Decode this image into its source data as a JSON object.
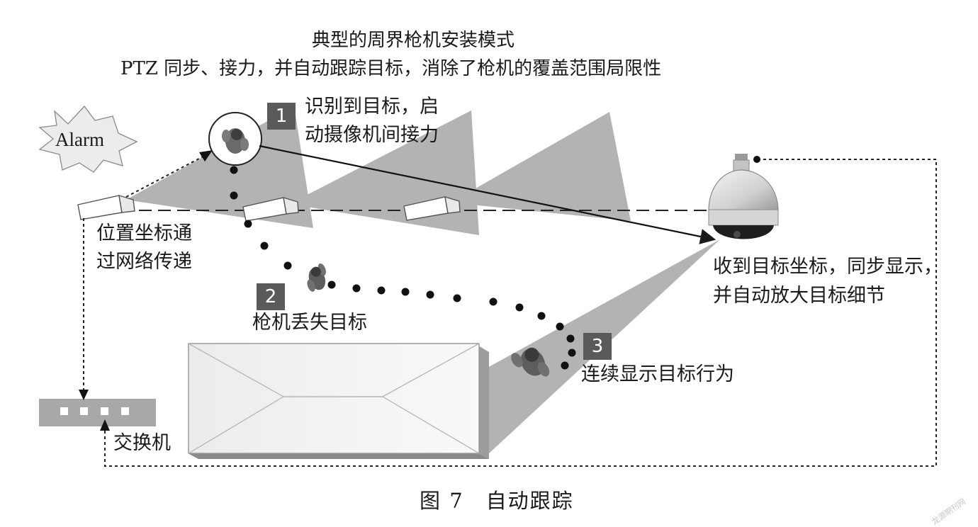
{
  "header": {
    "title": "典型的周界枪机安装模式",
    "subtitle": "PTZ 同步、接力，并自动跟踪目标，消除了枪机的覆盖范围局限性"
  },
  "alarm": {
    "label": "Alarm"
  },
  "steps": [
    {
      "number": "1",
      "line1": "识别到目标，启",
      "line2": "动摄像机间接力"
    },
    {
      "number": "2",
      "line1": "枪机丢失目标"
    },
    {
      "number": "3",
      "line1": "连续显示目标行为"
    }
  ],
  "network": {
    "line1": "位置坐标通",
    "line2": "过网络传递"
  },
  "ptz": {
    "line1": "收到目标坐标，同步显示，",
    "line2": "并自动放大目标细节"
  },
  "switch": {
    "label": "交换机"
  },
  "caption": {
    "label": "图 7　自动跟踪"
  },
  "watermark": "龙源期刊网",
  "colors": {
    "beam": "#b3b3b3",
    "badge": "#5a5a5a",
    "line": "#1a1a1a"
  },
  "icons": [
    "alarm-star-icon",
    "bullet-camera-icon",
    "ptz-dome-camera-icon",
    "person-icon",
    "network-switch-icon",
    "building-icon"
  ]
}
